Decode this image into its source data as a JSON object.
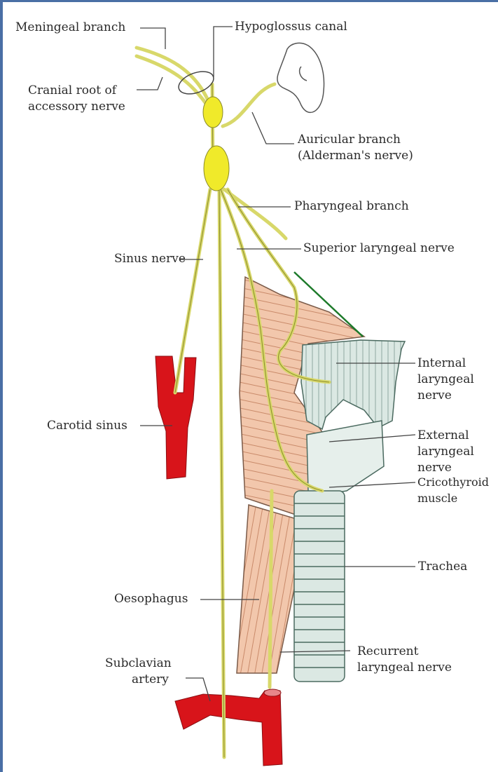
{
  "labels": {
    "meningeal_branch": "Meningeal branch",
    "hypoglossus_canal": "Hypoglossus canal",
    "cranial_root_l1": "Cranial root of",
    "cranial_root_l2": "accessory nerve",
    "auricular_l1": "Auricular branch",
    "auricular_l2": "(Alderman's nerve)",
    "pharyngeal_branch": "Pharyngeal branch",
    "sinus_nerve": "Sinus nerve",
    "superior_laryngeal": "Superior laryngeal nerve",
    "internal_l1": "Internal",
    "internal_l2": "laryngeal",
    "internal_l3": "nerve",
    "carotid_sinus": "Carotid sinus",
    "external_l1": "External",
    "external_l2": "laryngeal",
    "external_l3": "nerve",
    "cricothyroid_l1": "Cricothyroid",
    "cricothyroid_l2": "muscle",
    "trachea": "Trachea",
    "oesophagus": "Oesophagus",
    "subclavian_l1": "Subclavian",
    "subclavian_l2": "artery",
    "recurrent_l1": "Recurrent",
    "recurrent_l2": "laryngeal nerve"
  },
  "colors": {
    "nerve": "#d8d86a",
    "nerve_outline": "#8a8a2a",
    "artery": "#d8141a",
    "muscle": "#f2c7ac",
    "cartilage": "#dbe8e3",
    "leader": "#444444"
  }
}
